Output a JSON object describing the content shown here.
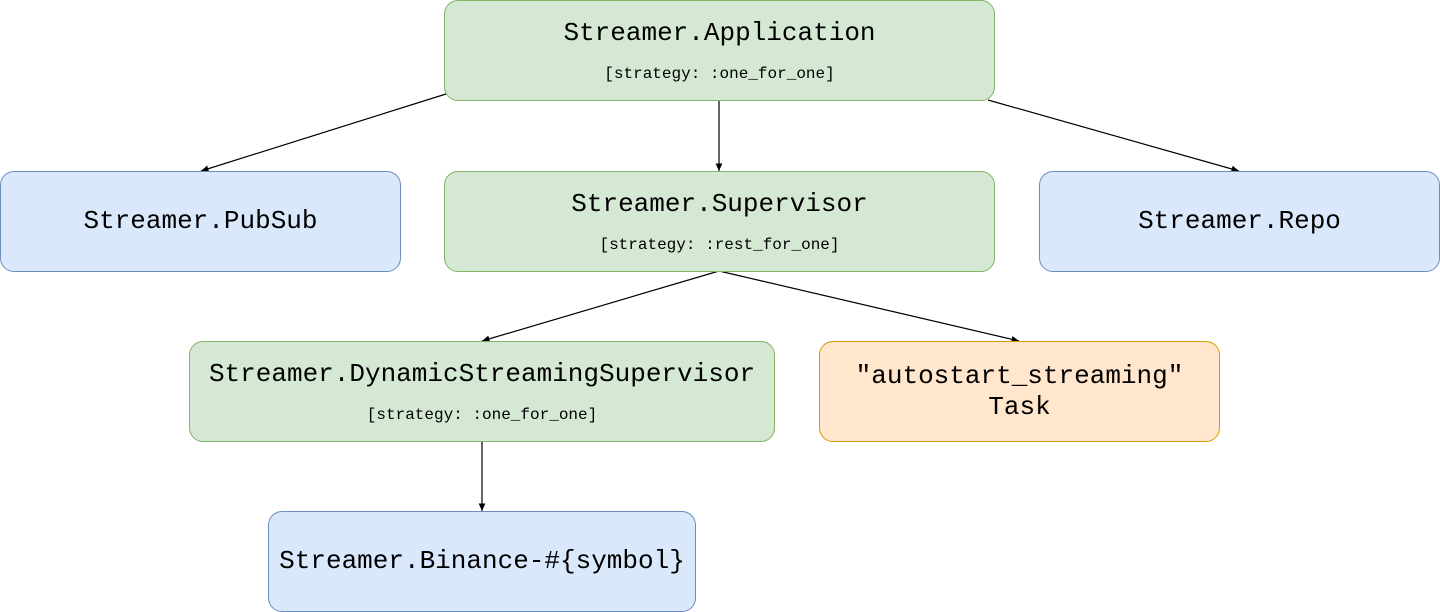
{
  "nodes": {
    "application": {
      "title": "Streamer.Application",
      "strategy": "[strategy: :one_for_one]"
    },
    "pubsub": {
      "title": "Streamer.PubSub"
    },
    "supervisor": {
      "title": "Streamer.Supervisor",
      "strategy": "[strategy: :rest_for_one]"
    },
    "repo": {
      "title": "Streamer.Repo"
    },
    "dynamic_supervisor": {
      "title": "Streamer.DynamicStreamingSupervisor",
      "strategy": "[strategy: :one_for_one]"
    },
    "autostart_task": {
      "line1": "\"autostart_streaming\"",
      "line2": "Task"
    },
    "binance": {
      "title": "Streamer.Binance-#{symbol}"
    }
  },
  "colors": {
    "supervisor_fill": "#d5e8d4",
    "supervisor_border": "#82b366",
    "worker_fill": "#dae8fc",
    "worker_border": "#6c8ebf",
    "task_fill": "#ffe6cc",
    "task_border": "#d79b00",
    "edge": "#000000"
  }
}
